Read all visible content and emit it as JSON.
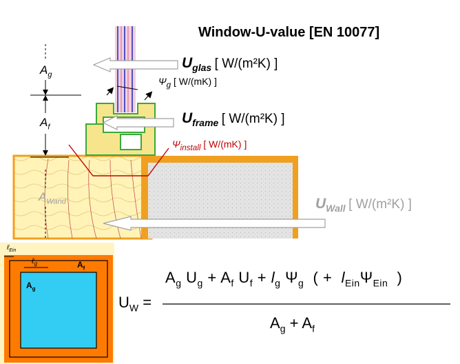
{
  "title": "Window-U-value [EN 10077]",
  "glass": {
    "symbol": "U",
    "sub": "glas",
    "unit": "[ W/(m²K) ]"
  },
  "psi_g": {
    "symbol": "Ψ",
    "sub": "g",
    "unit": " [ W/(mK) ]"
  },
  "frame": {
    "symbol": "U",
    "sub": "frame",
    "unit": "[ W/(m²K) ]"
  },
  "psi_install": {
    "symbol": "Ψ",
    "sub": "install",
    "unit": " [ W/(mK) ]"
  },
  "wall": {
    "symbol": "U",
    "sub": "Wall",
    "unit": "[ W/(m²K) ]"
  },
  "dims": {
    "ag": {
      "symbol": "A",
      "sub": "g"
    },
    "af": {
      "symbol": "A",
      "sub": "f"
    },
    "awand": {
      "symbol": "A",
      "sub": "Wand"
    }
  },
  "small_diagram": {
    "l_ein": "ℓ",
    "l_ein_sub": "Ein",
    "l_g": "ℓ",
    "l_g_sub": "g",
    "a_f": "A",
    "a_f_sub": "f",
    "a_g": "A",
    "a_g_sub": "g"
  },
  "formula": {
    "lhs": "U",
    "lhs_sub": "W",
    "equals": "=",
    "num_ag": "A",
    "num_ag_sub": "g",
    "num_ug": "U",
    "num_ug_sub": "g",
    "plus1": "+",
    "num_af": "A",
    "num_af_sub": "f",
    "num_uf": "U",
    "num_uf_sub": "f",
    "plus2": "+",
    "num_lg": "l",
    "num_lg_sub": "g",
    "num_psig": "Ψ",
    "num_psig_sub": "g",
    "paren_open": "(",
    "plus3": "+",
    "num_lein": "l",
    "num_lein_sub": "Ein",
    "num_psiein": "Ψ",
    "num_psiein_sub": "Ein",
    "paren_close": ")",
    "den_ag": "A",
    "den_ag_sub": "g",
    "plus4": "+",
    "den_af": "A",
    "den_af_sub": "f"
  },
  "colors": {
    "wall_orange": "#f0a020",
    "glass_blue": "#33ccf2",
    "frame_green": "#3aa83a",
    "psi_red": "#c00000",
    "wall_label_grey": "#a0a0a0"
  }
}
